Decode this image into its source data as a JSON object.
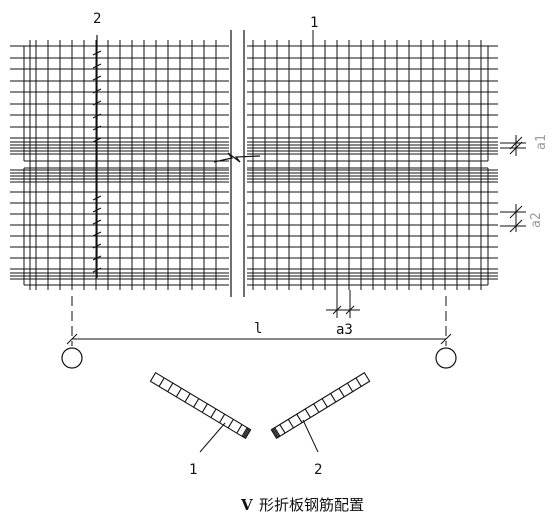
{
  "callouts": {
    "top_left": "2",
    "top_right": "1",
    "bottom_left": "1",
    "bottom_right": "2"
  },
  "dimensions": {
    "a1": "a1",
    "a2": "a2",
    "a3": "a3",
    "span": "l"
  },
  "caption": {
    "prefix": "V",
    "text": "形折板钢筋配置"
  },
  "colors": {
    "line": "#111111",
    "dimension_text": "#9a9a9a"
  }
}
